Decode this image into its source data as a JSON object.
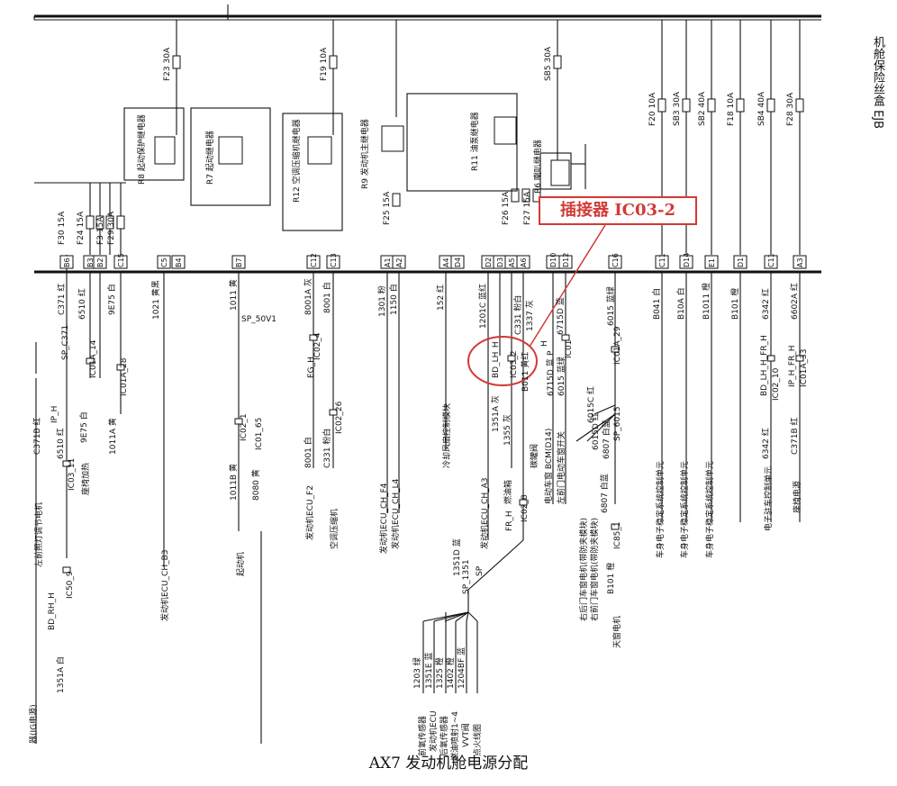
{
  "caption": "AX7 发动机舱电源分配",
  "callout": "插接器 IC03-2",
  "box_title": "机舱保险丝盒 EJB",
  "colors": {
    "line": "#111111",
    "callout": "#d23a36",
    "background": "#ffffff"
  },
  "fuses": [
    {
      "id": "f_f23",
      "label": "F23 30A"
    },
    {
      "id": "f_f19",
      "label": "F19 10A"
    },
    {
      "id": "f_sb5",
      "label": "SB5 30A"
    },
    {
      "id": "f_f20",
      "label": "F20 10A"
    },
    {
      "id": "f_sb3",
      "label": "SB3 30A"
    },
    {
      "id": "f_sb2",
      "label": "SB2 40A"
    },
    {
      "id": "f_f18",
      "label": "F18 10A"
    },
    {
      "id": "f_sb4",
      "label": "SB4 40A"
    },
    {
      "id": "f_f28",
      "label": "F28 30A"
    },
    {
      "id": "f_f30",
      "label": "F30 15A"
    },
    {
      "id": "f_f24",
      "label": "F24 15A"
    },
    {
      "id": "f_f3",
      "label": "F3 15A"
    },
    {
      "id": "f_f29",
      "label": "F29 30A"
    },
    {
      "id": "f_f25",
      "label": "F25 15A"
    },
    {
      "id": "f_f26",
      "label": "F26 15A"
    },
    {
      "id": "f_f27",
      "label": "F27 15A"
    }
  ],
  "relays": [
    {
      "id": "r_r8",
      "label": "R8 起动保护继电器"
    },
    {
      "id": "r_r7",
      "label": "R7 起动继电器"
    },
    {
      "id": "r_r12",
      "label": "R12 空调压缩机继电器"
    },
    {
      "id": "r_r9",
      "label": "R9 发动机主继电器"
    },
    {
      "id": "r_r11",
      "label": "R11 油泵继电器"
    },
    {
      "id": "r_r6",
      "label": "R6 喇叭继电器"
    }
  ],
  "pins": [
    "B6",
    "B3",
    "B2",
    "C15",
    "C5",
    "B4",
    "B7",
    "C12",
    "C13",
    "A1",
    "A2",
    "A4",
    "D4",
    "D2",
    "D3",
    "A5",
    "A6",
    "D10",
    "D12",
    "C16",
    "C11",
    "D14",
    "E1",
    "D1",
    "C11",
    "A3"
  ],
  "wires": [
    "C371 红",
    "6510 红",
    "9E75 白",
    "1021 黄黑",
    "1011 黄",
    "8001A 灰",
    "8001 白",
    "1301 粉",
    "1150 白",
    "152 红",
    "1201C 蓝红",
    "C331 粉白",
    "1337 灰",
    "6715D 蓝",
    "6015 蓝绿",
    "B041 白",
    "B10A 白",
    "B1011 橙",
    "B101 橙",
    "6342 红",
    "6602A 红",
    "C371B 红",
    "6510 红",
    "9E75 白",
    "1011A 黄",
    "1011B 黄",
    "8080 黄",
    "8001 白",
    "C331 粉白",
    "1351A 灰",
    "1355 灰",
    "B011 黄红",
    "6715D 蓝",
    "6015 蓝绿",
    "6015C 红",
    "6015D 红",
    "6807 白蓝",
    "6807 白蓝",
    "B101 橙",
    "6342 红",
    "C371B 红",
    "1351A 白",
    "1351D 蓝",
    "1203 绿",
    "1351E 蓝",
    "1325 橙",
    "1402 橙",
    "1204BF 蓝"
  ],
  "splices": [
    "SP_C371",
    "SP_50V1",
    "SP_6015",
    "SP_1351"
  ],
  "connectors": [
    "IC01A_14",
    "IC01A_28",
    "IC03_11",
    "IC50_9",
    "IC02_1",
    "IC01_65",
    "IC02_4",
    "IC02_26",
    "IC03_2",
    "IC01",
    "IC01A_29",
    "IC02_8",
    "IC85_1",
    "IC02_10",
    "IC01A_33"
  ],
  "harness_labels": [
    "IP_H",
    "FR_H",
    "BD_LH_H",
    "BD_RH_H",
    "EG_H",
    "SP"
  ],
  "devices": [
    "左前照灯调节电机",
    "座椅加热",
    "发动机ECU_CH_B3",
    "起动机",
    "发动机ECU_F2",
    "空调压缩机",
    "发动机ECU_CH_F4",
    "发动机ECU_CH_L4",
    "冷却风扇控制模块",
    "发动机ECU_CH_A3",
    "燃油箱",
    "碳罐阀",
    "电动车窗 BCM(D14)",
    "左前门电动车窗开关",
    "右后门车窗电机(带防夹模块)",
    "右前门车窗电机(带防夹模块)",
    "天窗电机",
    "车身电子稳定系统控制单元",
    "车身电子稳定系统控制单元",
    "车身电子稳定系统控制单元",
    "电子驻车控制单元",
    "座椅电源",
    "前氧传感器",
    "发动机ECU",
    "后氧传感器",
    "燃油喷射1~4",
    "VVT阀",
    "点火线圈",
    "器(IG电源)"
  ],
  "misc": [
    "P",
    "H",
    "BD_LH_H_FR_H",
    "IP_H_FR_H"
  ]
}
